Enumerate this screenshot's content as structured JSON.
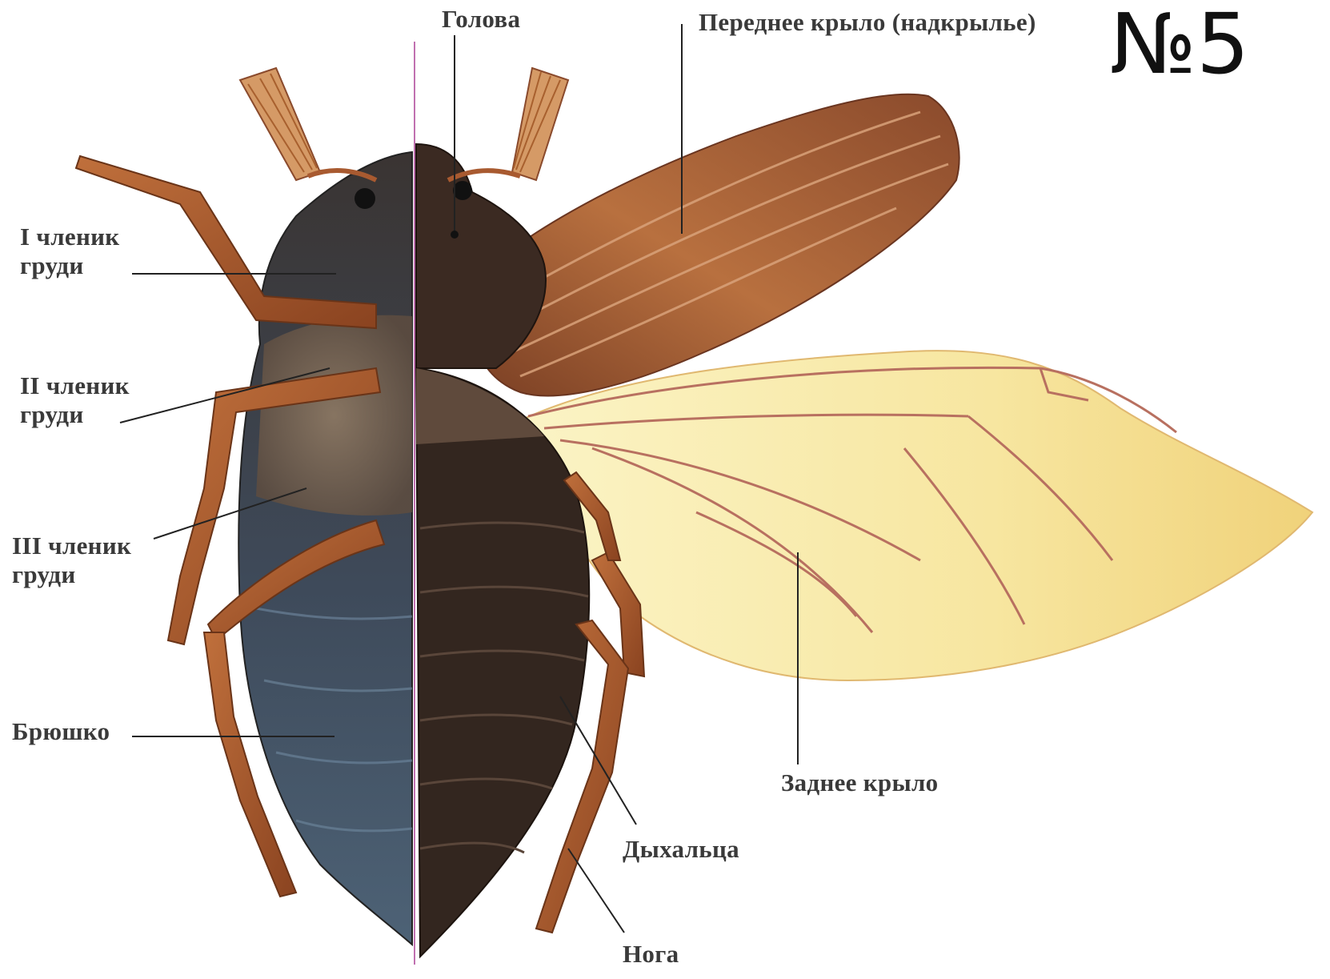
{
  "badge": "№5",
  "labels": {
    "head": "Голова",
    "forewing": "Переднее крыло (надкрылье)",
    "thorax1": [
      "I членик",
      "груди"
    ],
    "thorax2": [
      "II членик",
      "груди"
    ],
    "thorax3": [
      "III членик",
      "груди"
    ],
    "abdomen": "Брюшко",
    "hindwing": "Заднее крыло",
    "spiracles": "Дыхальца",
    "leg": "Нога"
  },
  "colors": {
    "background": "#ffffff",
    "leader": "#222222",
    "divider": "#c070b0",
    "ventral_dark": "#3a3a42",
    "ventral_blue": "#44566a",
    "dorsal_body": "#3b2a22",
    "elytron": "#9a5a38",
    "hindwing_membrane": "#f6eaa8",
    "hindwing_vein": "#b07060",
    "leg": "#a85a30",
    "antenna_club": "#d59a66"
  }
}
